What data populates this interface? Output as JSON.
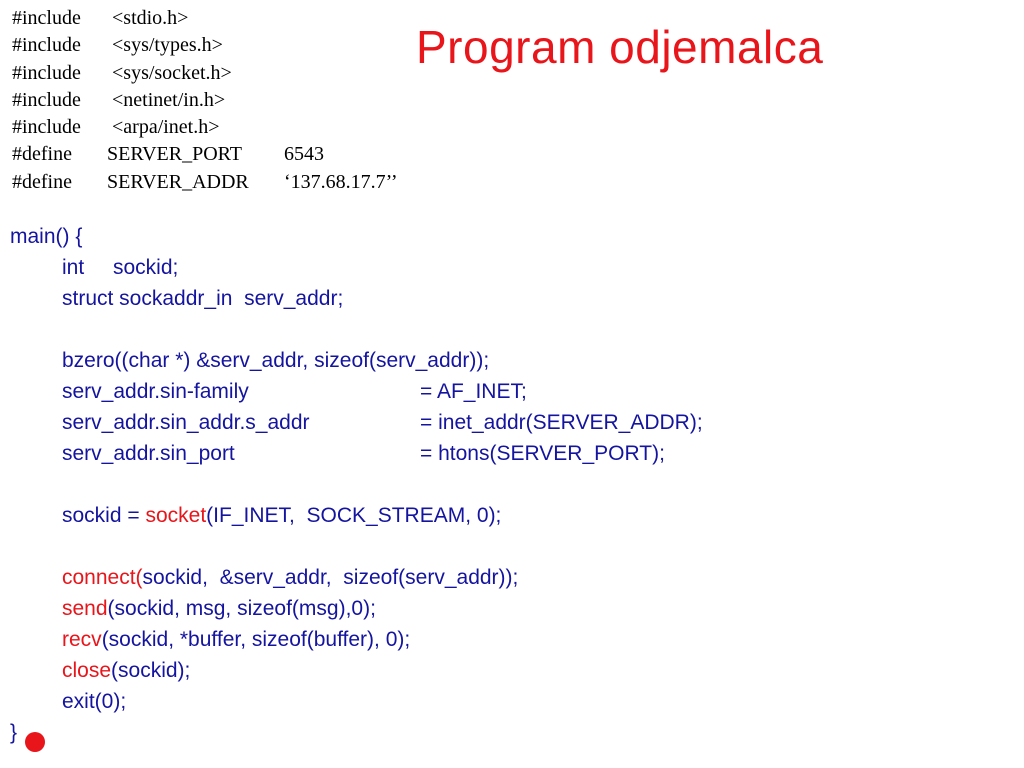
{
  "title": "Program odjemalca",
  "includes": [
    {
      "directive": "#include",
      "value": "<stdio.h>"
    },
    {
      "directive": "#include",
      "value": "<sys/types.h>"
    },
    {
      "directive": "#include",
      "value": "<sys/socket.h>"
    },
    {
      "directive": "#include",
      "value": "<netinet/in.h>"
    },
    {
      "directive": "#include",
      "value": "<arpa/inet.h>"
    }
  ],
  "defines": [
    {
      "directive": "#define",
      "name": "SERVER_PORT",
      "value": "6543"
    },
    {
      "directive": "#define",
      "name": "SERVER_ADDR",
      "value": "‘137.68.17.7’’"
    }
  ],
  "code": {
    "main_open": "main() {",
    "decl_int_type": "int",
    "decl_int_var": "sockid;",
    "decl_struct": "struct sockaddr_in  serv_addr;",
    "bzero": "bzero((char *) &serv_addr, sizeof(serv_addr));",
    "assign_family_lhs": "serv_addr.sin-family",
    "assign_family_rhs": "= AF_INET;",
    "assign_addr_lhs": "serv_addr.sin_addr.s_addr",
    "assign_addr_rhs": "= inet_addr(SERVER_ADDR);",
    "assign_port_lhs": "serv_addr.sin_port",
    "assign_port_rhs": "= htons(SERVER_PORT);",
    "socket_prefix": "sockid = ",
    "socket_fn": "socket",
    "socket_args": "(IF_INET,  SOCK_STREAM, 0);",
    "connect_fn": "connect(",
    "connect_args": "sockid,  &serv_addr,  sizeof(serv_addr));",
    "send_fn": "send",
    "send_args": "(sockid, msg, sizeof(msg),0);",
    "recv_fn": "recv",
    "recv_args": "(sockid, *buffer, sizeof(buffer), 0);",
    "close_fn": "close",
    "close_args": "(sockid);",
    "exit": "exit(0);",
    "main_close": "}"
  },
  "colors": {
    "title": "#e8151b",
    "code": "#1414a0",
    "function_highlight": "#e8151b",
    "preprocessor": "#000000",
    "marker": "#e8151b"
  }
}
